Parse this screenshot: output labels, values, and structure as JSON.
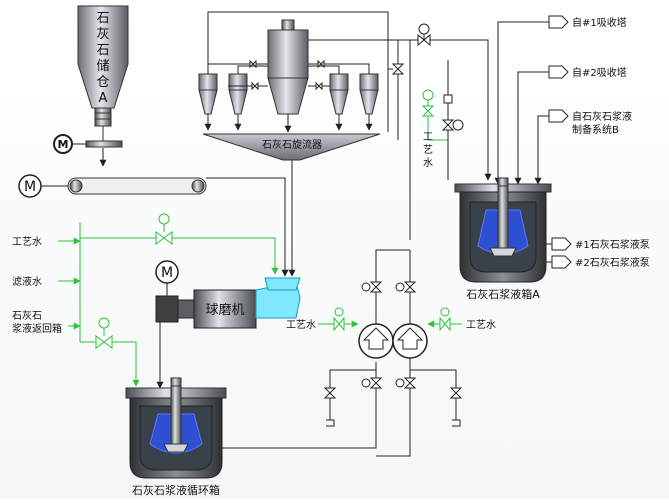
{
  "colors": {
    "line": "#333333",
    "green": "#2fc23a",
    "metal_dark": "#3c4043",
    "metal_light": "#c9cdd2",
    "tank_inner": "#2f4fd2",
    "water": "#7fe8ff"
  },
  "silo": {
    "chars": [
      "石",
      "灰",
      "石",
      "储",
      "仓",
      "A"
    ]
  },
  "motor_symbol": "M",
  "cyclone_label": "石灰石旋流器",
  "ball_mill_label": "球磨机",
  "tank_a_label": "石灰石浆液箱A",
  "circ_tank_label": "石灰石浆液循环箱",
  "left_inputs": {
    "process_water": "工艺水",
    "filtrate": "滤液水",
    "return_line1": "石灰石",
    "return_line2": "浆液返回箱"
  },
  "right_inputs": {
    "absorber1": "自#1吸收塔",
    "absorber2": "自#2吸收塔",
    "prep_line1": "自石灰石浆液",
    "prep_line2": "制备系统B"
  },
  "right_outputs": {
    "pump1": "#1石灰石浆液泵",
    "pump2": "#2石灰石浆液泵"
  },
  "process_water_vertical": [
    "工",
    "艺",
    "水"
  ],
  "pump_water_left": "工艺水",
  "pump_water_right": "工艺水"
}
